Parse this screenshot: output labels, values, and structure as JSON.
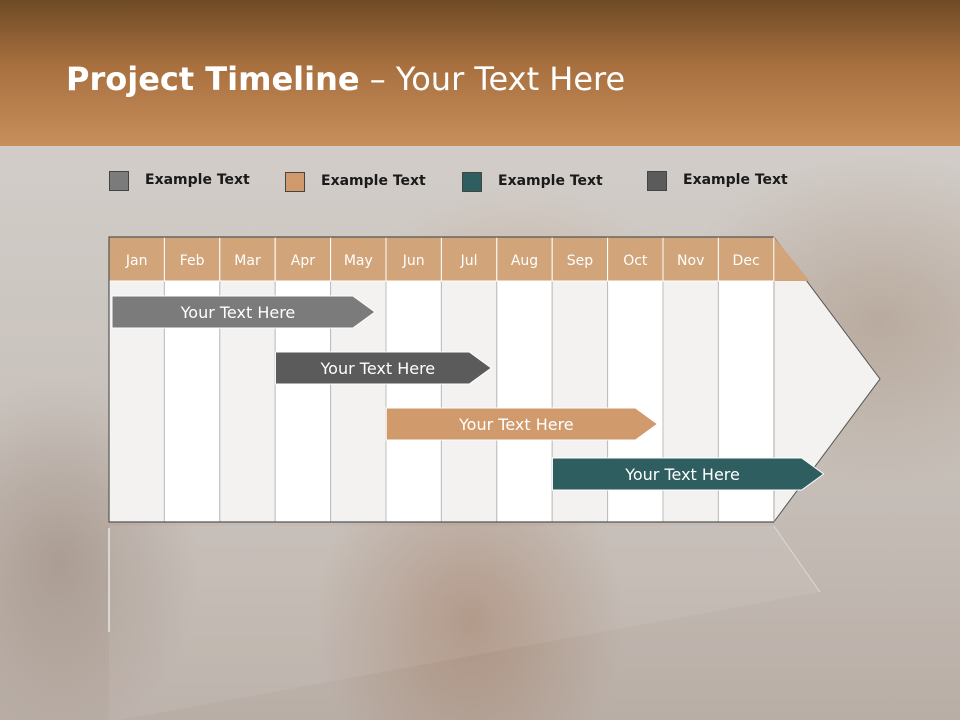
{
  "slide": {
    "title_bold": "Project Timeline",
    "title_rest": " – Your Text Here"
  },
  "colors": {
    "gray": "#7b7b7b",
    "tan": "#d09a6d",
    "teal": "#2e5e5f",
    "dark_gray": "#5b5b5b",
    "month_header": "#d2a47a",
    "column_light": "#f3f2f1",
    "column_white": "#ffffff"
  },
  "legend": [
    {
      "label": "Example Text",
      "color": "#7b7b7b"
    },
    {
      "label": "Example Text",
      "color": "#d09a6d"
    },
    {
      "label": "Example Text",
      "color": "#2e5e5f"
    },
    {
      "label": "Example Text",
      "color": "#5b5b5b"
    }
  ],
  "months": [
    "Jan",
    "Feb",
    "Mar",
    "Apr",
    "May",
    "Jun",
    "Jul",
    "Aug",
    "Sep",
    "Oct",
    "Nov",
    "Dec"
  ],
  "tasks": [
    {
      "label": "Your  Text Here",
      "start_month": 0,
      "end_month": 3.8,
      "color": "#7b7b7b"
    },
    {
      "label": "Your  Text Here",
      "start_month": 2.95,
      "end_month": 5.9,
      "color": "#5b5b5b"
    },
    {
      "label": "Your  Text Here",
      "start_month": 4.95,
      "end_month": 8.9,
      "color": "#d09a6d"
    },
    {
      "label": "Your  Text Here",
      "start_month": 7.95,
      "end_month": 11.9,
      "color": "#2e5e5f"
    }
  ]
}
